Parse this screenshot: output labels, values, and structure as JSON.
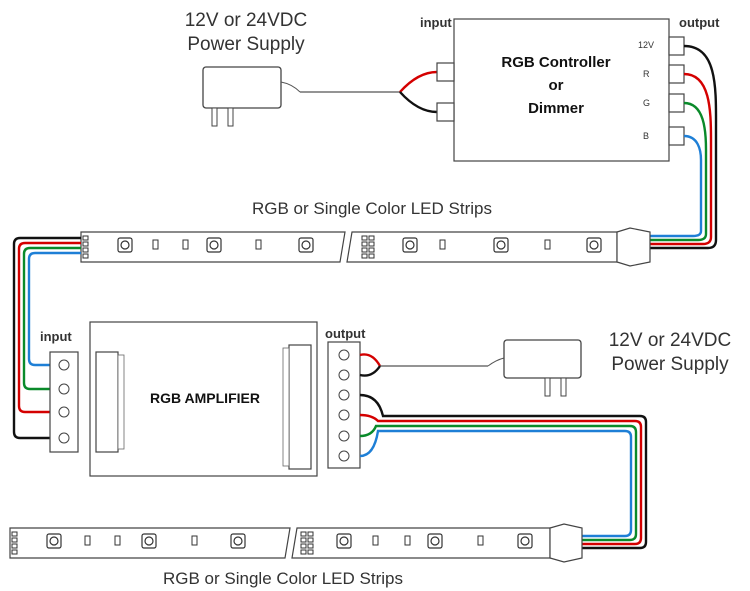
{
  "top_supply": {
    "line1": "12V or 24VDC",
    "line2": "Power Supply"
  },
  "controller": {
    "input_label": "input",
    "output_label": "output",
    "title1": "RGB Controller",
    "title2": "or",
    "title3": "Dimmer",
    "pins": [
      "12V",
      "R",
      "G",
      "B"
    ]
  },
  "strip_top": {
    "label": "RGB or Single Color LED Strips"
  },
  "amplifier": {
    "input_label": "input",
    "output_label": "output",
    "title": "RGB AMPLIFIER"
  },
  "right_supply": {
    "line1": "12V or 24VDC",
    "line2": "Power Supply"
  },
  "strip_bottom": {
    "label": "RGB or Single Color LED Strips"
  },
  "colors": {
    "red": "#d40000",
    "green": "#0a8a2a",
    "blue": "#1e7fd6",
    "black": "#111111"
  }
}
